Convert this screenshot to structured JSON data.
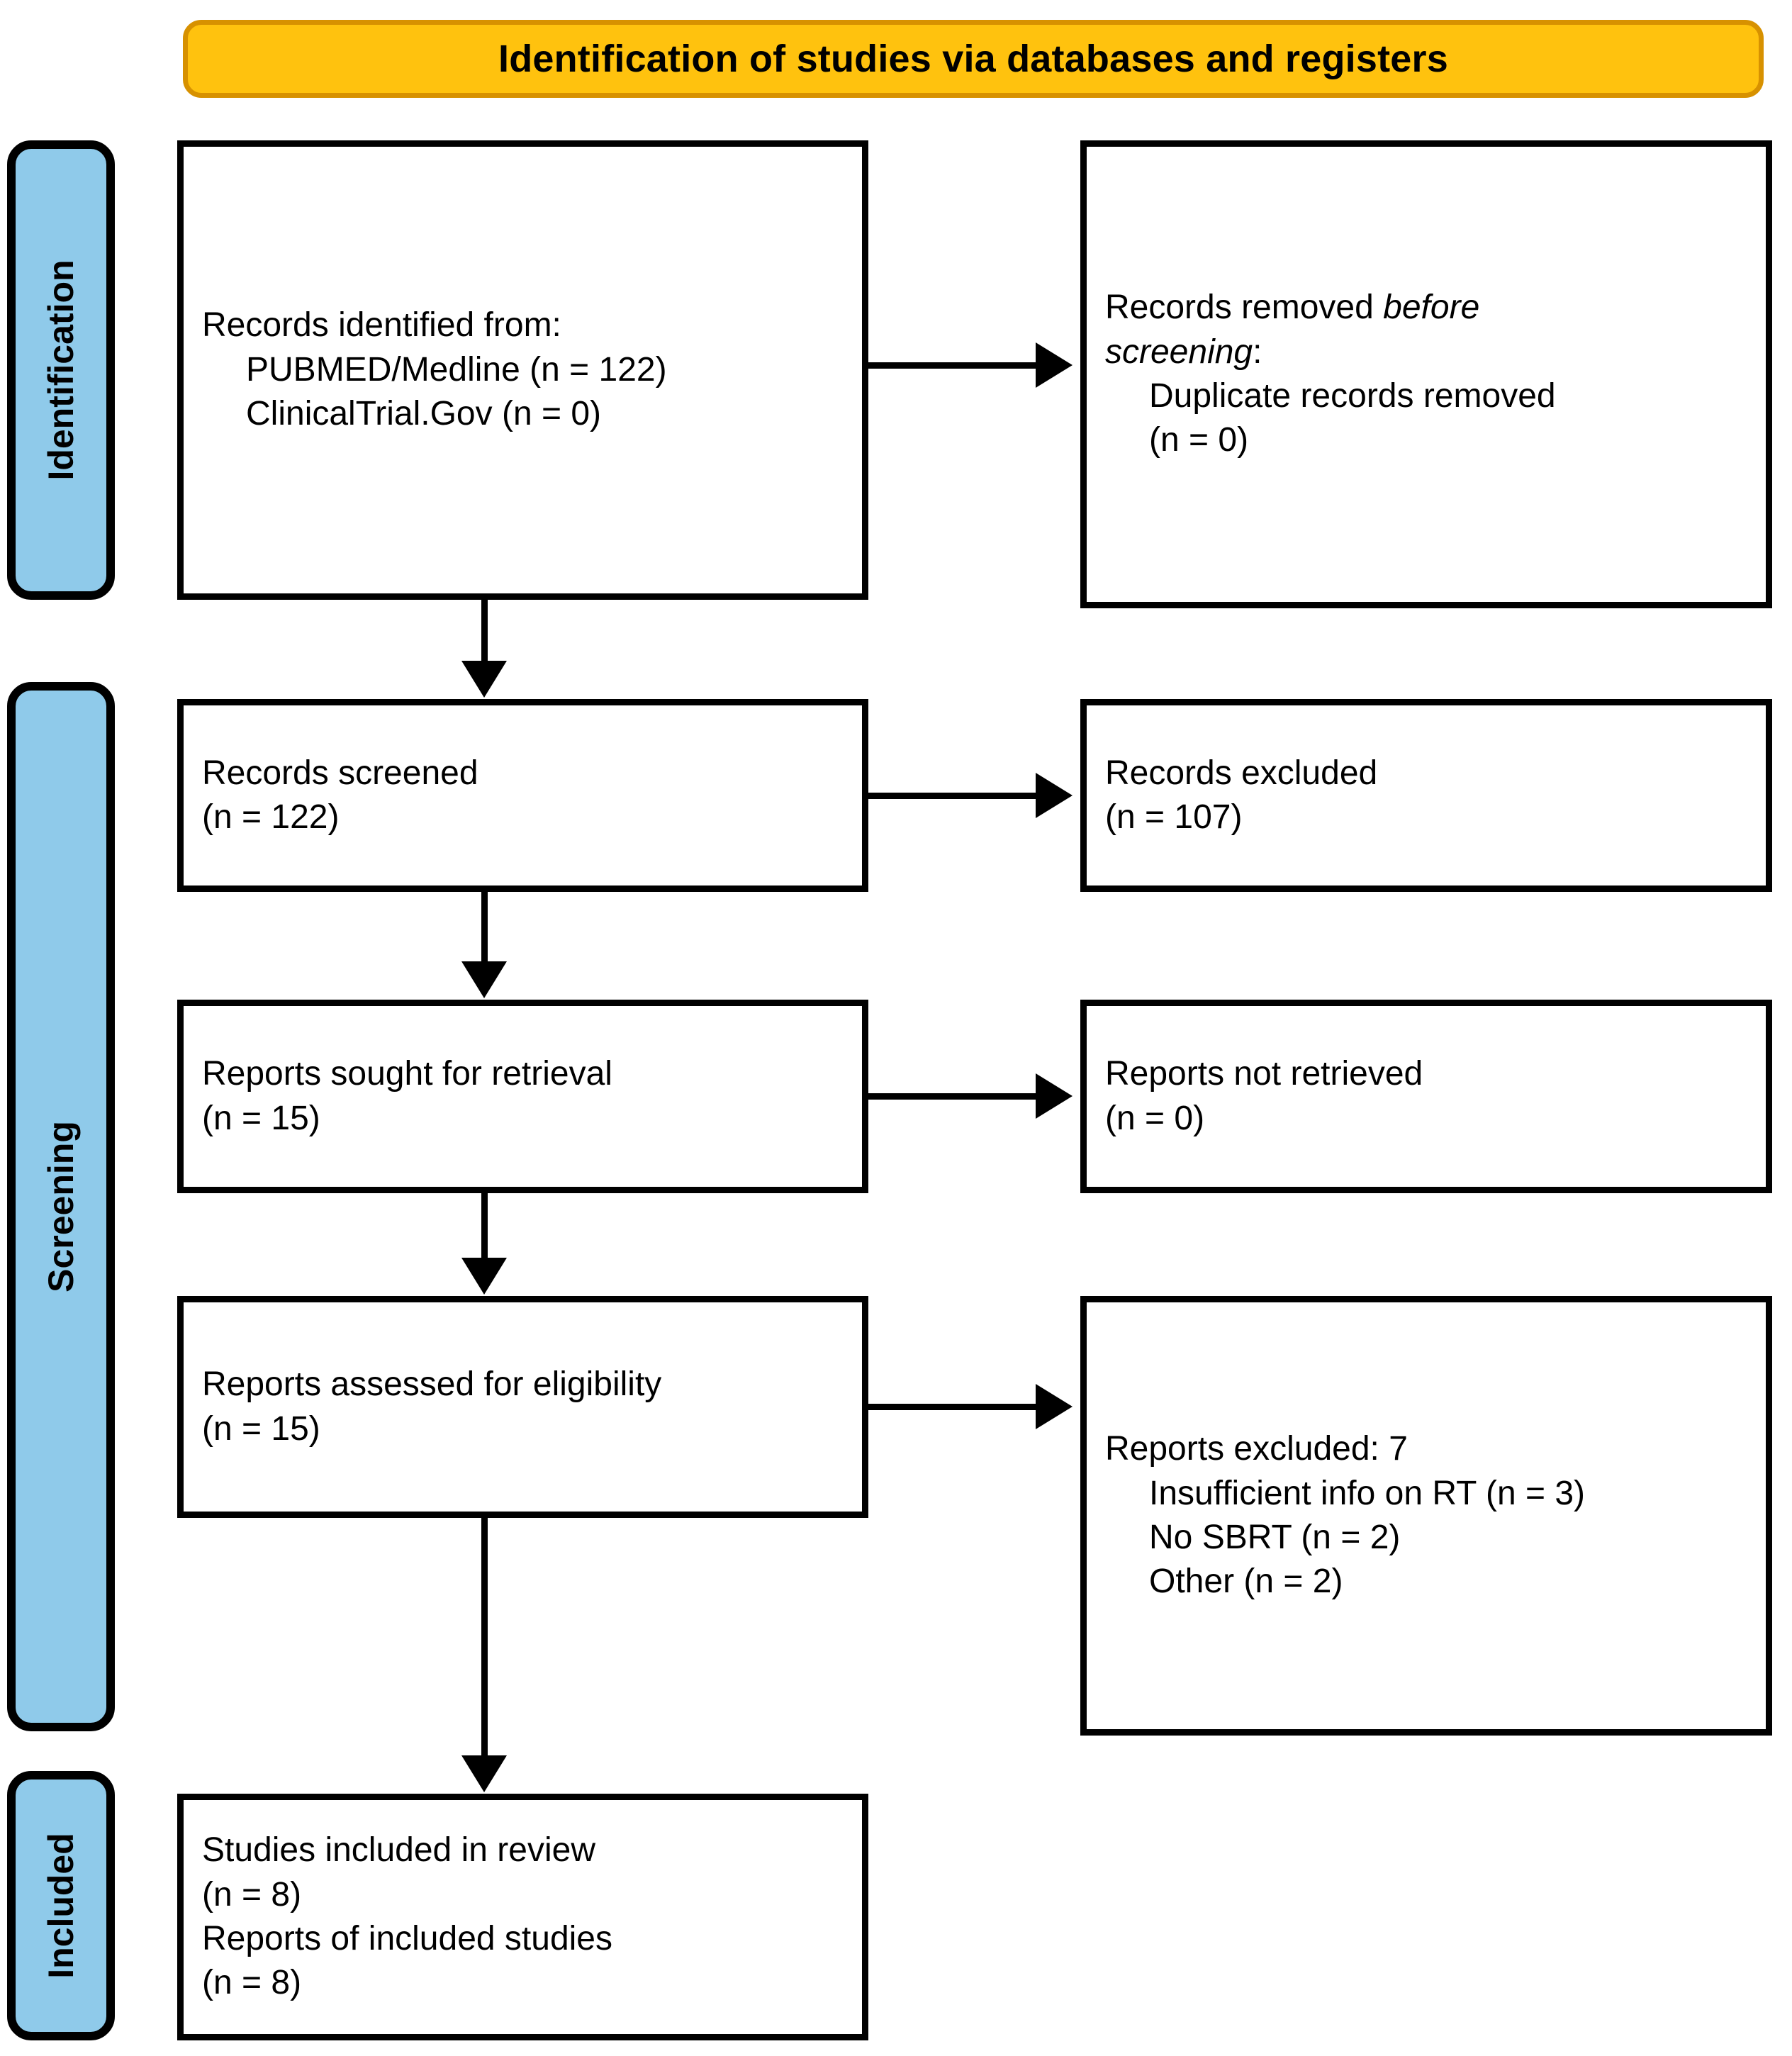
{
  "header": {
    "title": "Identification of studies via databases and registers",
    "fill_color": "#FFC20E",
    "border_color": "#D79100"
  },
  "stages": {
    "identification": {
      "label": "Identification",
      "fill_color": "#8FCAEA"
    },
    "screening": {
      "label": "Screening",
      "fill_color": "#8FCAEA"
    },
    "included": {
      "label": "Included",
      "fill_color": "#8FCAEA"
    }
  },
  "boxes": {
    "identified": {
      "line1": "Records identified from:",
      "line2": "PUBMED/Medline (n = 122)",
      "line3": "ClinicalTrial.Gov (n = 0)"
    },
    "removed_before_screening": {
      "lead": "Records removed ",
      "italic1": "before",
      "italic2": "screening",
      "colon": ":",
      "line2": "Duplicate records removed",
      "line3": "(n = 0)"
    },
    "records_screened": {
      "line1": "Records screened",
      "line2": "(n = 122)"
    },
    "records_excluded": {
      "line1": "Records excluded",
      "line2": "(n = 107)"
    },
    "reports_sought": {
      "line1": "Reports sought for retrieval",
      "line2": "(n = 15)"
    },
    "reports_not_retrieved": {
      "line1": "Reports not retrieved",
      "line2": "(n = 0)"
    },
    "reports_assessed": {
      "line1": "Reports assessed for eligibility",
      "line2": "(n = 15)"
    },
    "reports_excluded": {
      "line1": "Reports excluded: 7",
      "line2": "Insufficient info on RT (n = 3)",
      "line3": "No SBRT (n = 2)",
      "line4": "Other (n = 2)"
    },
    "studies_included": {
      "line1": "Studies included in review",
      "line2": "(n = 8)",
      "line3": "Reports of included studies",
      "line4": "(n = 8)"
    }
  },
  "chart_data": {
    "type": "diagram",
    "title": "Identification of studies via databases and registers",
    "nodes": [
      {
        "id": "identified",
        "stage": "Identification",
        "column": "left",
        "text": "Records identified from: PUBMED/Medline (n = 122); ClinicalTrial.Gov (n = 0)",
        "counts": {
          "PUBMED/Medline": 122,
          "ClinicalTrial.Gov": 0,
          "total": 122
        }
      },
      {
        "id": "removed_before_screening",
        "stage": "Identification",
        "column": "right",
        "text": "Records removed before screening: Duplicate records removed (n = 0)",
        "counts": {
          "duplicate_records_removed": 0
        }
      },
      {
        "id": "records_screened",
        "stage": "Screening",
        "column": "left",
        "text": "Records screened (n = 122)",
        "counts": {
          "n": 122
        }
      },
      {
        "id": "records_excluded",
        "stage": "Screening",
        "column": "right",
        "text": "Records excluded (n = 107)",
        "counts": {
          "n": 107
        }
      },
      {
        "id": "reports_sought",
        "stage": "Screening",
        "column": "left",
        "text": "Reports sought for retrieval (n = 15)",
        "counts": {
          "n": 15
        }
      },
      {
        "id": "reports_not_retrieved",
        "stage": "Screening",
        "column": "right",
        "text": "Reports not retrieved (n = 0)",
        "counts": {
          "n": 0
        }
      },
      {
        "id": "reports_assessed",
        "stage": "Screening",
        "column": "left",
        "text": "Reports assessed for eligibility (n = 15)",
        "counts": {
          "n": 15
        }
      },
      {
        "id": "reports_excluded",
        "stage": "Screening",
        "column": "right",
        "text": "Reports excluded: 7; Insufficient info on RT (n = 3); No SBRT (n = 2); Other (n = 2)",
        "counts": {
          "total": 7,
          "Insufficient info on RT": 3,
          "No SBRT": 2,
          "Other": 2
        }
      },
      {
        "id": "studies_included",
        "stage": "Included",
        "column": "left",
        "text": "Studies included in review (n = 8); Reports of included studies (n = 8)",
        "counts": {
          "studies": 8,
          "reports": 8
        }
      }
    ],
    "edges": [
      {
        "from": "identified",
        "to": "removed_before_screening",
        "direction": "right"
      },
      {
        "from": "identified",
        "to": "records_screened",
        "direction": "down"
      },
      {
        "from": "records_screened",
        "to": "records_excluded",
        "direction": "right"
      },
      {
        "from": "records_screened",
        "to": "reports_sought",
        "direction": "down"
      },
      {
        "from": "reports_sought",
        "to": "reports_not_retrieved",
        "direction": "right"
      },
      {
        "from": "reports_sought",
        "to": "reports_assessed",
        "direction": "down"
      },
      {
        "from": "reports_assessed",
        "to": "reports_excluded",
        "direction": "right"
      },
      {
        "from": "reports_assessed",
        "to": "studies_included",
        "direction": "down"
      }
    ]
  }
}
